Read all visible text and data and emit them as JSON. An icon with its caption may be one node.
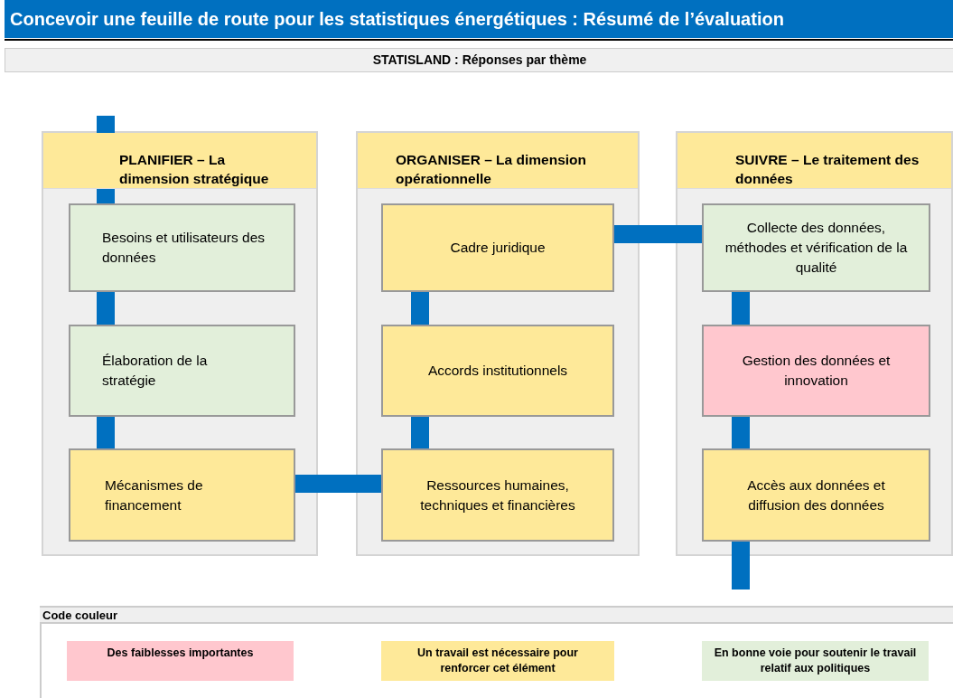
{
  "diagram": {
    "title": "Concevoir une feuille de route pour les statistiques énergétiques : Résumé de l’évaluation",
    "nodes": [
      {
        "text": [
          "PLANIFIER – La dimension stratégique"
        ]
      },
      {
        "text": [
          "Besoins et utilisateurs des données"
        ],
        "in": 0
      },
      {
        "text": [
          "Élaboration de la stratégie"
        ],
        "in": 0
      },
      {
        "text": [
          "Mécanismes de financement"
        ],
        "in": 0
      },
      {
        "text": [
          "ORGANISER – La dimension opérationnelle"
        ]
      },
      {
        "text": [
          "Cadre juridique"
        ],
        "in": 4
      },
      {
        "text": [
          "Accords institutionnels"
        ],
        "in": 4
      },
      {
        "text": [
          "Ressources humaines, techniques et financières"
        ],
        "in": 4
      },
      {
        "text": [
          "SUIVRE – Le traitement des données"
        ]
      },
      {
        "text": [
          "Collecte des données, méthodes et vérification de la qualité"
        ],
        "in": 8
      },
      {
        "text": [
          "Gestion des données et innovation"
        ],
        "in": 8
      },
      {
        "text": [
          "Accès aux données et diffusion des données"
        ],
        "in": 8
      }
    ],
    "edges": [
      {
        "from": null,
        "to": 1,
        "arrow": "none"
      },
      {
        "from": 1,
        "to": 2,
        "arrow": "none"
      },
      {
        "from": 2,
        "to": 3,
        "arrow": "none"
      },
      {
        "from": 3,
        "to": 7,
        "arrow": "none"
      },
      {
        "from": 7,
        "to": 6,
        "arrow": "none"
      },
      {
        "from": 6,
        "to": 5,
        "arrow": "none"
      },
      {
        "from": 5,
        "to": 9,
        "arrow": "none"
      },
      {
        "from": 9,
        "to": 10,
        "arrow": "none"
      },
      {
        "from": 10,
        "to": 11,
        "arrow": "none"
      },
      {
        "from": 11,
        "to": null,
        "arrow": "none"
      }
    ],
    "labels": [
      "STATISLAND : Réponses par thème",
      "Code couleur"
    ],
    "legend": [
      {
        "text": "Des faiblesses importantes",
        "color": "#ffc7ce"
      },
      {
        "text": "Un travail est nécessaire pour renforcer cet élément",
        "color": "#fee999"
      },
      {
        "text": "En bonne voie pour soutenir le travail relatif aux politiques",
        "color": "#e2efda"
      }
    ]
  }
}
